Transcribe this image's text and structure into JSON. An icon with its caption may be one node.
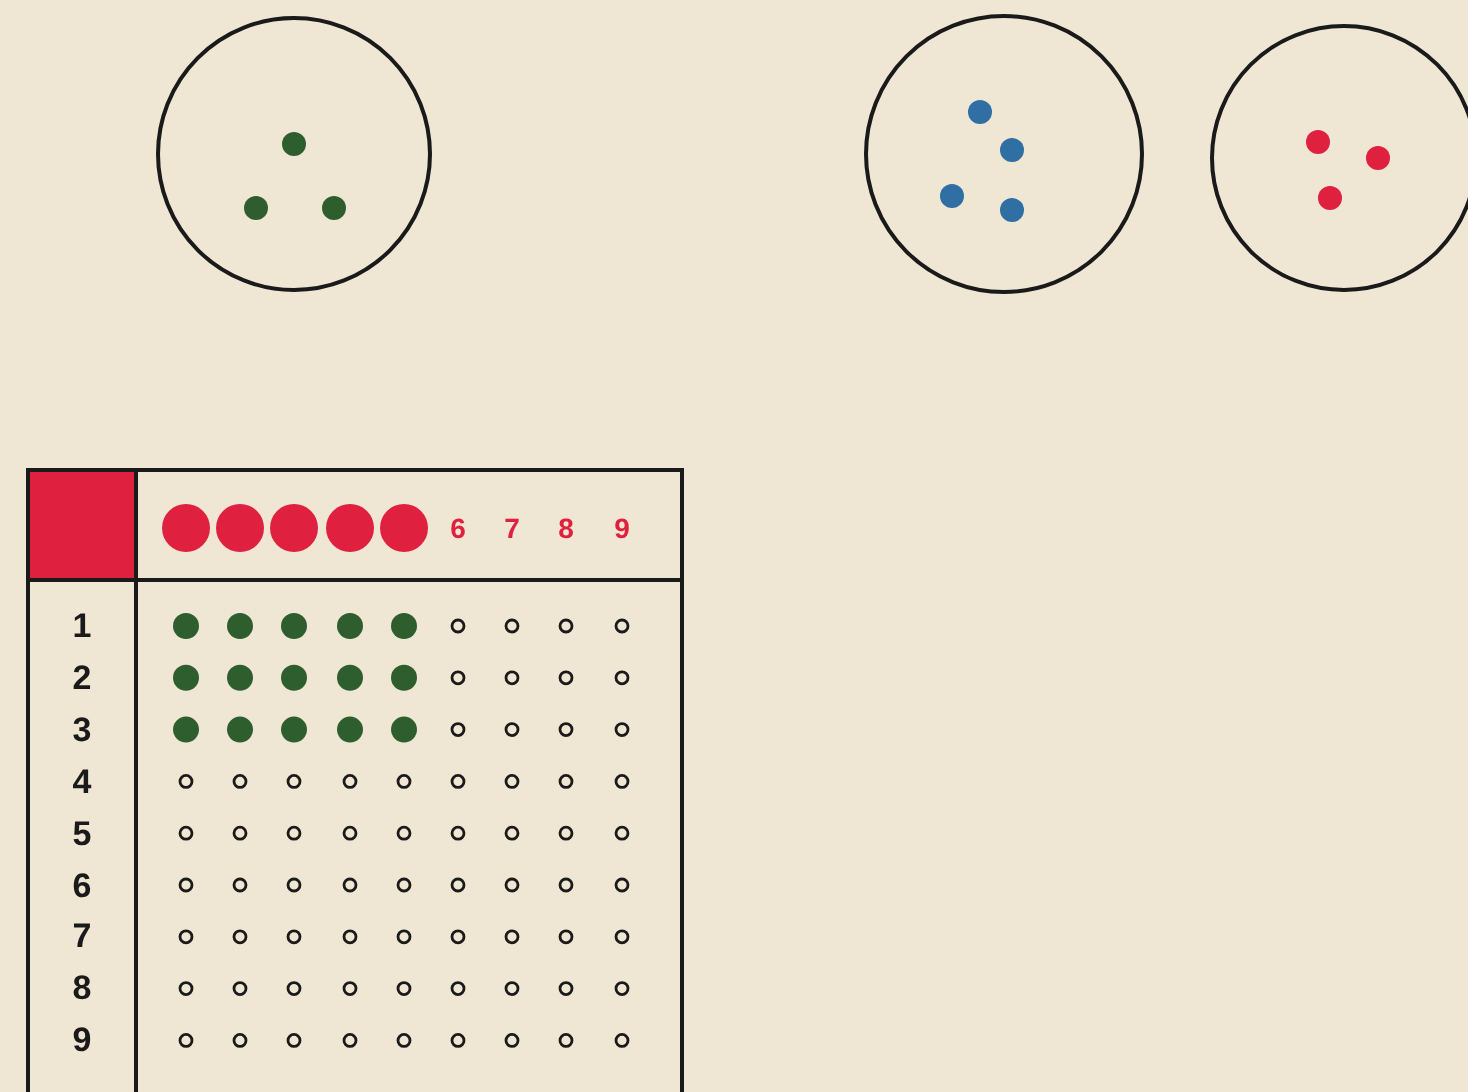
{
  "diagram": {
    "labels": [
      "6",
      "7",
      "8",
      "9",
      "1",
      "2",
      "3",
      "4",
      "5",
      "6",
      "7",
      "8",
      "9"
    ]
  }
}
